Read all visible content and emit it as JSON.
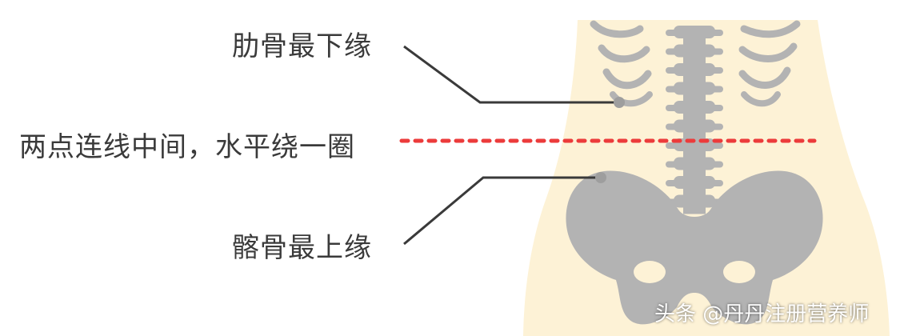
{
  "labels": {
    "rib_lower_edge": "肋骨最下缘",
    "midpoint_instruction": "两点连线中间，水平绕一圈",
    "iliac_upper_edge": "髂骨最上缘"
  },
  "watermark": "头条 @丹丹注册营养师",
  "colors": {
    "body_fill": "#fdf2d6",
    "bone_fill": "#b3b3b3",
    "bone_stroke": "#9e9e9e",
    "leader_line": "#3a3a3a",
    "measure_line": "#ec3b3b",
    "text": "#3a3a3a"
  }
}
